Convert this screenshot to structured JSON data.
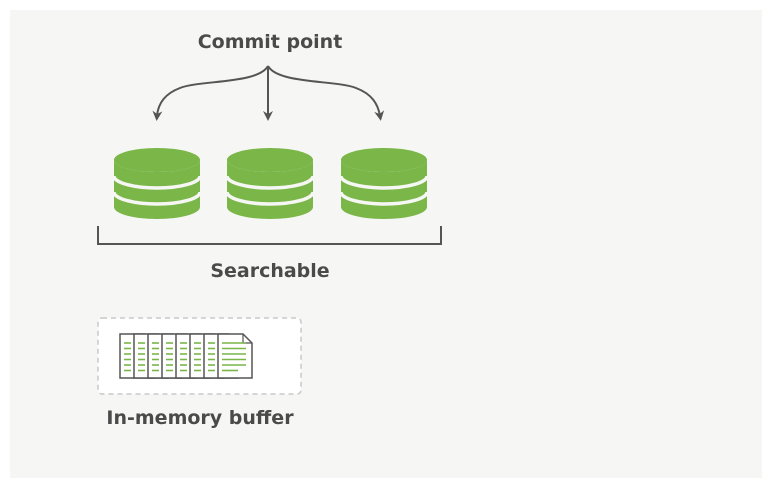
{
  "diagram": {
    "commit_label": "Commit point",
    "searchable_label": "Searchable",
    "buffer_label": "In-memory buffer",
    "segment_count": 3,
    "document_count": 8,
    "colors": {
      "background": "#f6f7f4",
      "segment_green": "#7ab648",
      "segment_stripe": "#f6f7f4",
      "outline": "#555555",
      "text": "#4a4a4a",
      "buffer_border": "#c8c8c8",
      "doc_lines": "#7ab648"
    },
    "icons": {
      "segment": "database-icon",
      "document": "document-icon",
      "arrow": "arrow-down-icon"
    }
  }
}
